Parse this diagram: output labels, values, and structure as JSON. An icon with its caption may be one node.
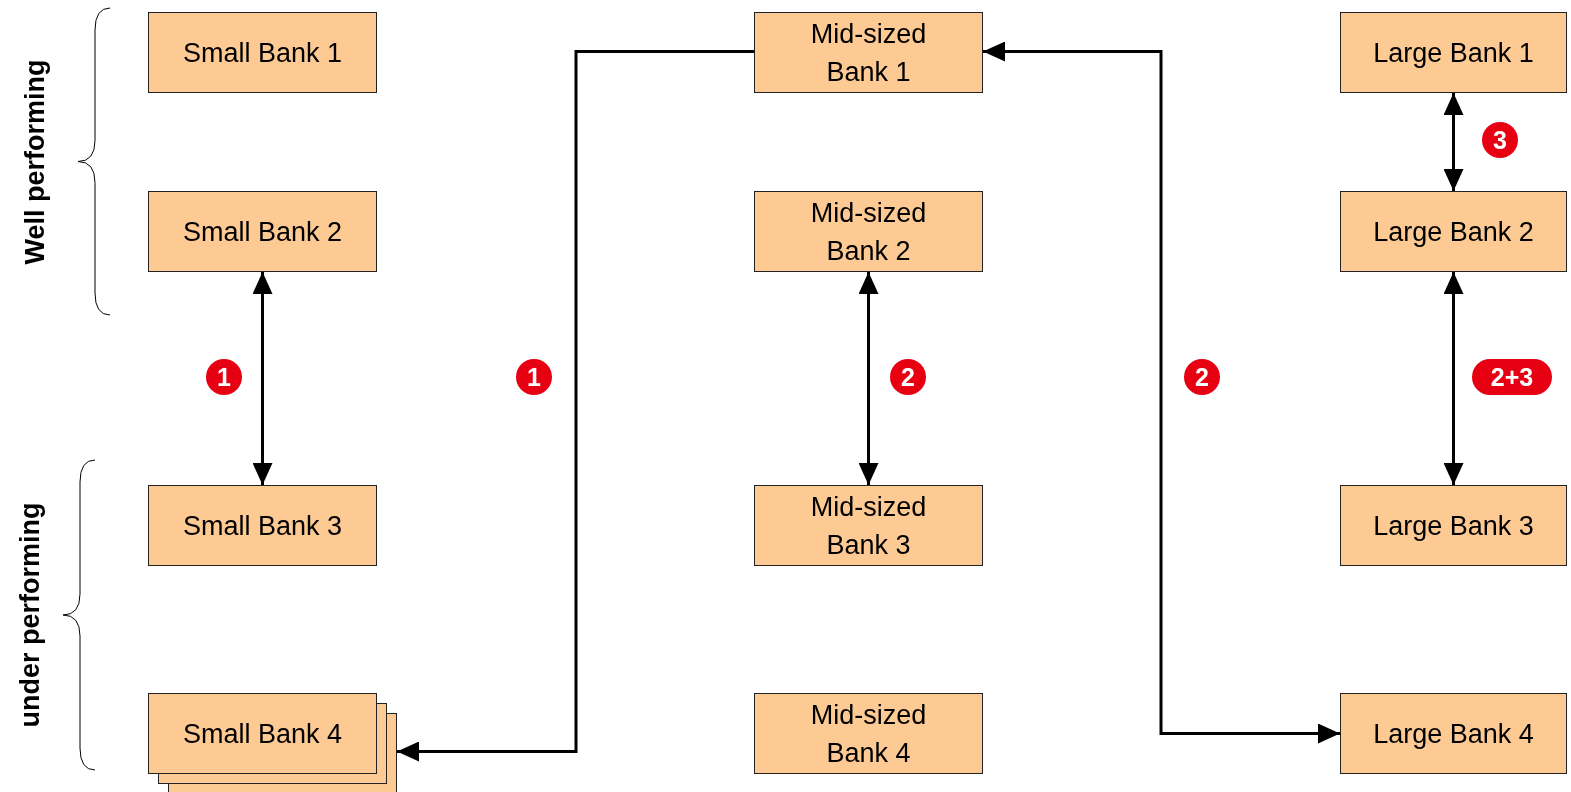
{
  "diagram": {
    "nodes": [
      {
        "text": [
          "Small Bank 1"
        ]
      },
      {
        "text": [
          "Mid-sized Bank 1"
        ]
      },
      {
        "text": [
          "Large Bank 1"
        ]
      },
      {
        "text": [
          "Small Bank 2"
        ]
      },
      {
        "text": [
          "Mid-sized Bank 2"
        ]
      },
      {
        "text": [
          "Large Bank 2"
        ]
      },
      {
        "text": [
          "Small Bank 3"
        ]
      },
      {
        "text": [
          "Mid-sized Bank 3"
        ]
      },
      {
        "text": [
          "Large Bank 3"
        ]
      },
      {
        "text": [
          "Small Bank 4"
        ]
      },
      {
        "text": [
          "Mid-sized Bank 4"
        ]
      },
      {
        "text": [
          "Large Bank 4"
        ]
      }
    ],
    "edges": [
      {
        "from": 3,
        "to": 6,
        "arrow": "both",
        "label": "1"
      },
      {
        "from": 1,
        "to": 9,
        "arrow": "to",
        "label": "1"
      },
      {
        "from": 4,
        "to": 7,
        "arrow": "both",
        "label": "2"
      },
      {
        "from": 1,
        "to": 11,
        "arrow": "both",
        "label": "2"
      },
      {
        "from": 2,
        "to": 5,
        "arrow": "both",
        "label": "3"
      },
      {
        "from": 5,
        "to": 8,
        "arrow": "both",
        "label": "2+3"
      }
    ],
    "labels": [
      "Well performing",
      "under performing"
    ]
  }
}
